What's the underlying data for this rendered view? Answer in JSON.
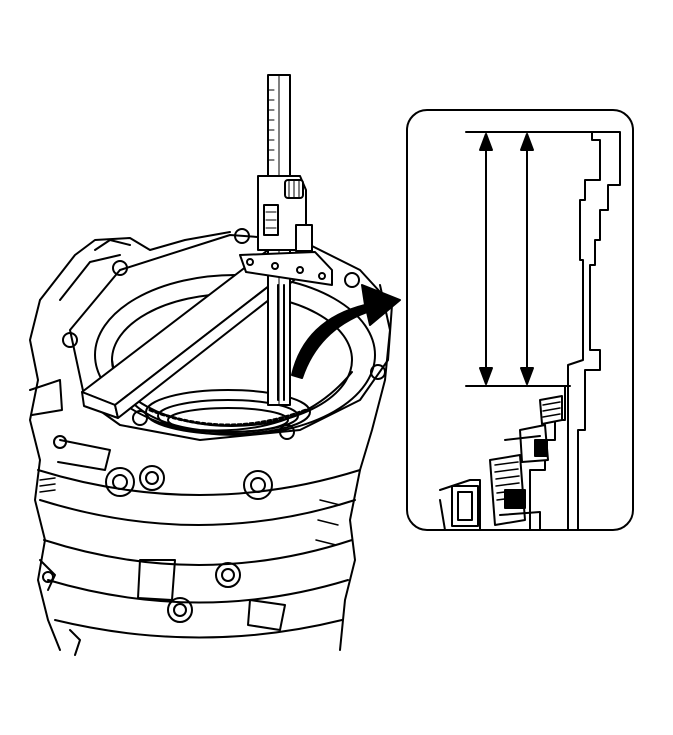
{
  "figure": {
    "kind": "line-drawing",
    "colors": {
      "ink": "#000000",
      "paper": "#ffffff"
    },
    "parts": [
      "depth-gauge",
      "straight-edge-bar",
      "transmission-case",
      "bearing-ring",
      "pointer-arrow",
      "detail-callout",
      "measurement-arrows"
    ]
  }
}
